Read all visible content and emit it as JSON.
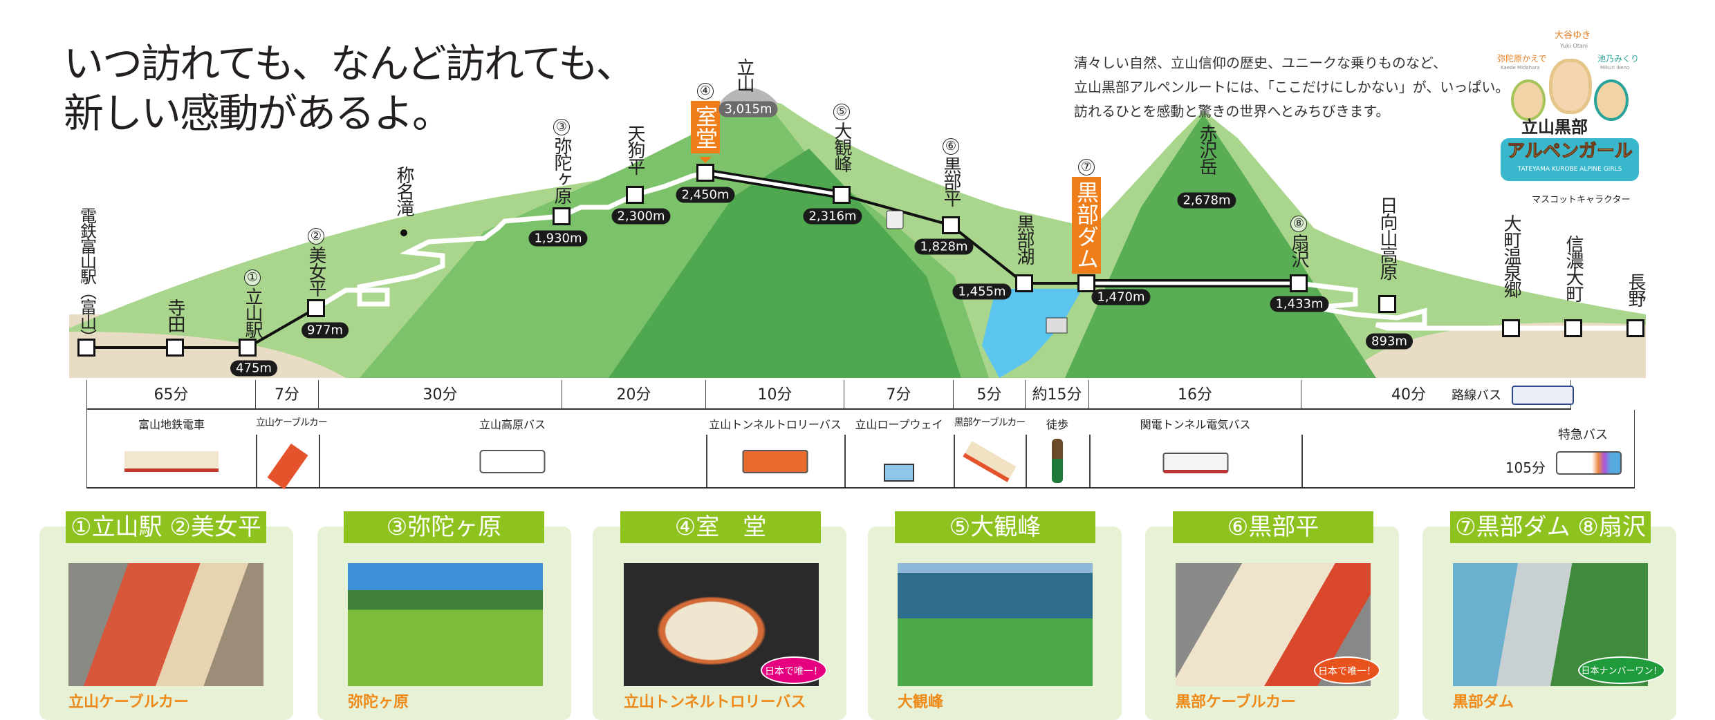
{
  "headline": {
    "line1": "いつ訪れても、なんど訪れても、",
    "line2": "新しい感動があるよ。"
  },
  "description": {
    "line1": "清々しい自然、立山信仰の歴史、ユニークな乗りものなど、",
    "line2": "立山黒部アルペンルートには、「ここだけにしかない」が、いっぱい。",
    "line3": "訪れるひとを感動と驚きの世界へとみちびきます。"
  },
  "mascot": {
    "names": [
      "大谷ゆき",
      "Yuki Otani",
      "弥陀原かえで",
      "Kaede Midahara",
      "池乃みくり",
      "Mikuri Ikeno"
    ],
    "logo_line1": "立山黒部",
    "logo_line2": "アルペンガール",
    "logo_en": "TATEYAMA KUROBE ALPINE GIRLS",
    "caption": "マスコットキャラクター"
  },
  "stations": {
    "toyama": "電鉄富山駅（富山）",
    "terada": "寺田",
    "tateyama_num": "①",
    "tateyama": "立山駅",
    "tateyama_elev": "475m",
    "bijodaira_num": "②",
    "bijodaira": "美女平",
    "bijodaira_elev": "977m",
    "shomyo": "称名滝",
    "midagahara_num": "③",
    "midagahara": "弥陀ヶ原",
    "midagahara_elev": "1,930m",
    "tengudaira": "天狗平",
    "tengudaira_elev": "2,300m",
    "murodo_num": "④",
    "murodo": "室堂",
    "murodo_elev": "2,450m",
    "tateyama_peak": "立山",
    "tateyama_peak_elev": "3,015m",
    "daikanbo_num": "⑤",
    "daikanbo": "大観峰",
    "daikanbo_elev": "2,316m",
    "kurobedaira_num": "⑥",
    "kurobedaira": "黒部平",
    "kurobedaira_elev": "1,828m",
    "kurobeko": "黒部湖",
    "kurobeko_elev": "1,455m",
    "dam_num": "⑦",
    "dam": "黒部ダム",
    "dam_elev": "1,470m",
    "akazawa": "赤沢岳",
    "akazawa_elev": "2,678m",
    "ogisawa_num": "⑧",
    "ogisawa": "扇沢",
    "ogisawa_elev": "1,433m",
    "hinatayama": "日向山高原",
    "hinatayama_elev": "893m",
    "omachi_onsen": "大町温泉郷",
    "shinano_omachi": "信濃大町",
    "nagano": "長野"
  },
  "times": [
    "65分",
    "7分",
    "30分",
    "20分",
    "10分",
    "7分",
    "5分",
    "約15分",
    "16分",
    "40分"
  ],
  "route_bus": "路線バス",
  "vehicles": [
    "富山地鉄電車",
    "立山ケーブルカー",
    "立山高原バス",
    "立山トンネルトロリーバス",
    "立山ロープウェイ",
    "黒部ケーブルカー",
    "徒歩",
    "関電トンネル電気バス"
  ],
  "express": {
    "label": "特急バス",
    "time": "105分"
  },
  "cards": [
    {
      "title": "①立山駅 ②美女平",
      "caption": "立山ケーブルカー"
    },
    {
      "title": "③弥陀ヶ原",
      "caption": "弥陀ヶ原"
    },
    {
      "title": "④室　堂",
      "caption": "立山トンネルトロリーバス",
      "badge": "日本で唯一！"
    },
    {
      "title": "⑤大観峰",
      "caption": "大観峰"
    },
    {
      "title": "⑥黒部平",
      "caption": "黒部ケーブルカー",
      "badge": "日本で唯一！"
    },
    {
      "title": "⑦黒部ダム ⑧扇沢",
      "caption": "黒部ダム",
      "badge": "日本ナンバーワン！"
    }
  ],
  "colors": {
    "green_tab": "#8dc21f",
    "card_bg": "#e6f1d5",
    "orange": "#ee7d1a",
    "caption": "#ee8a1a"
  }
}
